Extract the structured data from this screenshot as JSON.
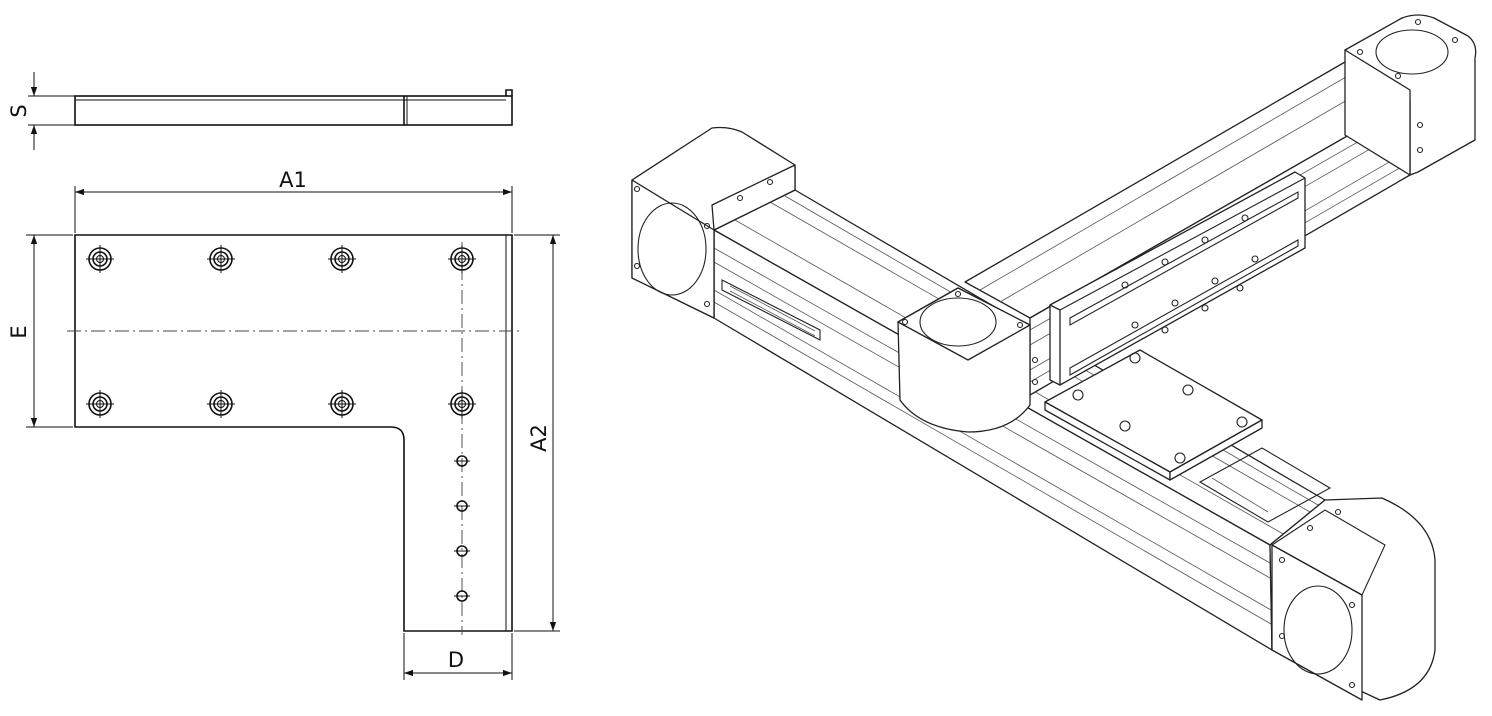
{
  "drawing": {
    "dimensions": {
      "s": "S",
      "a1": "A1",
      "e": "E",
      "a2": "A2",
      "d": "D"
    }
  }
}
